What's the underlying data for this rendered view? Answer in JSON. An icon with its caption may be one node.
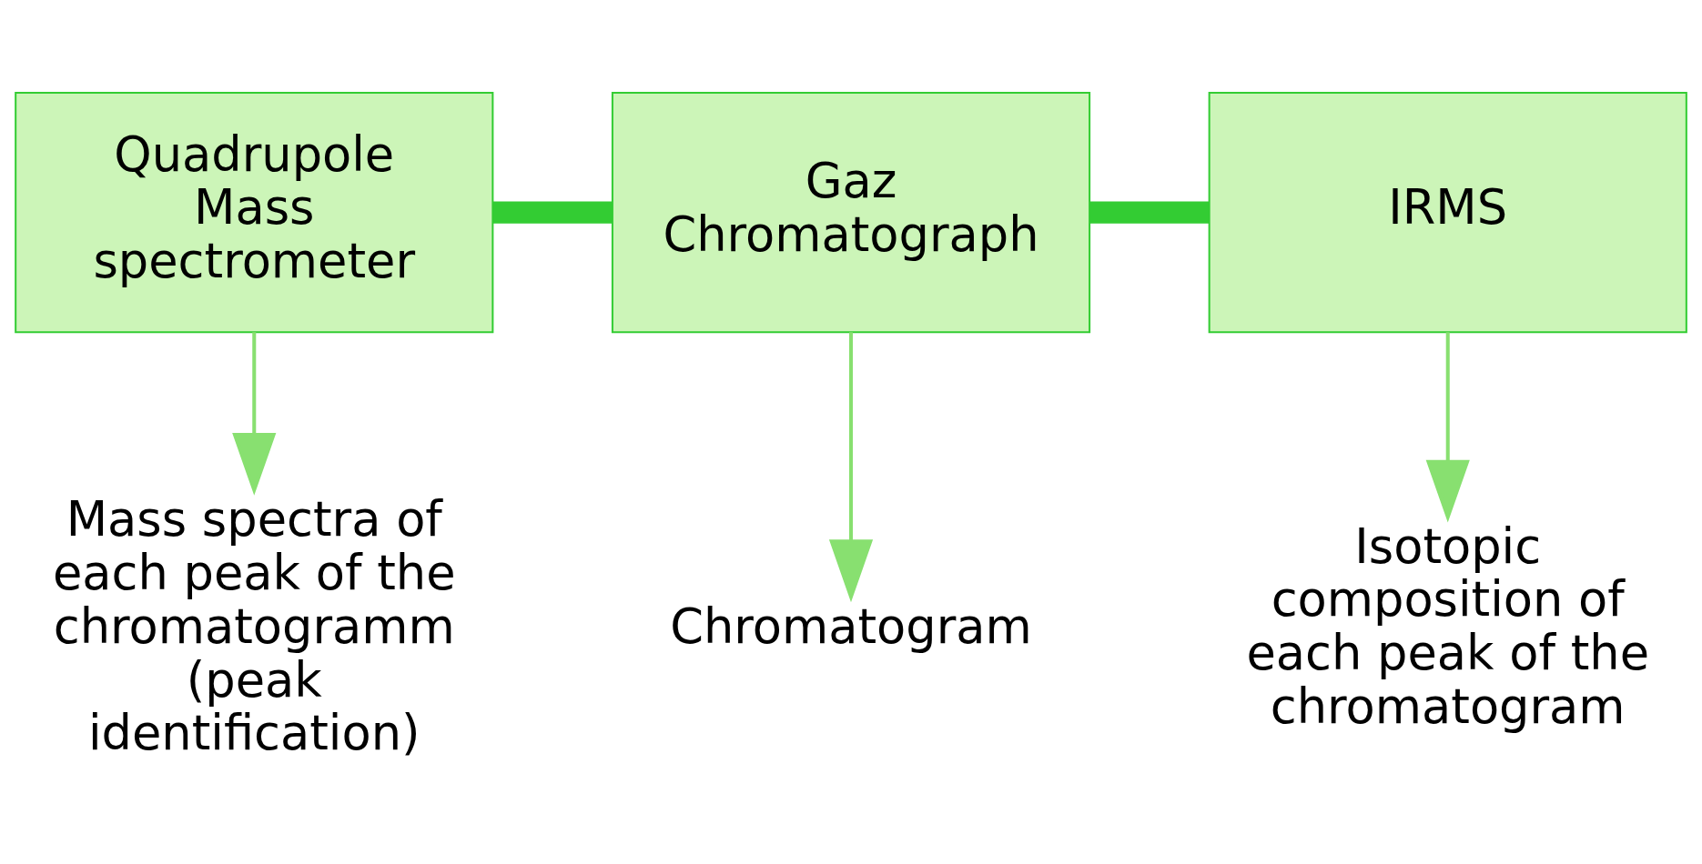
{
  "diagram": {
    "nodes": [
      {
        "text": [
          "Quadrupole Mass spectrometer"
        ]
      },
      {
        "text": [
          "Gaz Chromatograph"
        ]
      },
      {
        "text": [
          "IRMS"
        ]
      },
      {
        "text": [
          "Mass spectra of each peak of the chromatogramm (peak identification)"
        ]
      },
      {
        "text": [
          "Chromatogram"
        ]
      },
      {
        "text": [
          "Isotopic composition of each peak of the chromatogram"
        ]
      }
    ],
    "edges": [
      {
        "from": 0,
        "to": 1,
        "arrow": "none",
        "style": "thick",
        "color": "#33cc33"
      },
      {
        "from": 1,
        "to": 2,
        "arrow": "none",
        "style": "thick",
        "color": "#33cc33"
      },
      {
        "from": 0,
        "to": 3,
        "arrow": "to"
      },
      {
        "from": 1,
        "to": 4,
        "arrow": "to"
      },
      {
        "from": 2,
        "to": 5,
        "arrow": "to"
      }
    ]
  }
}
